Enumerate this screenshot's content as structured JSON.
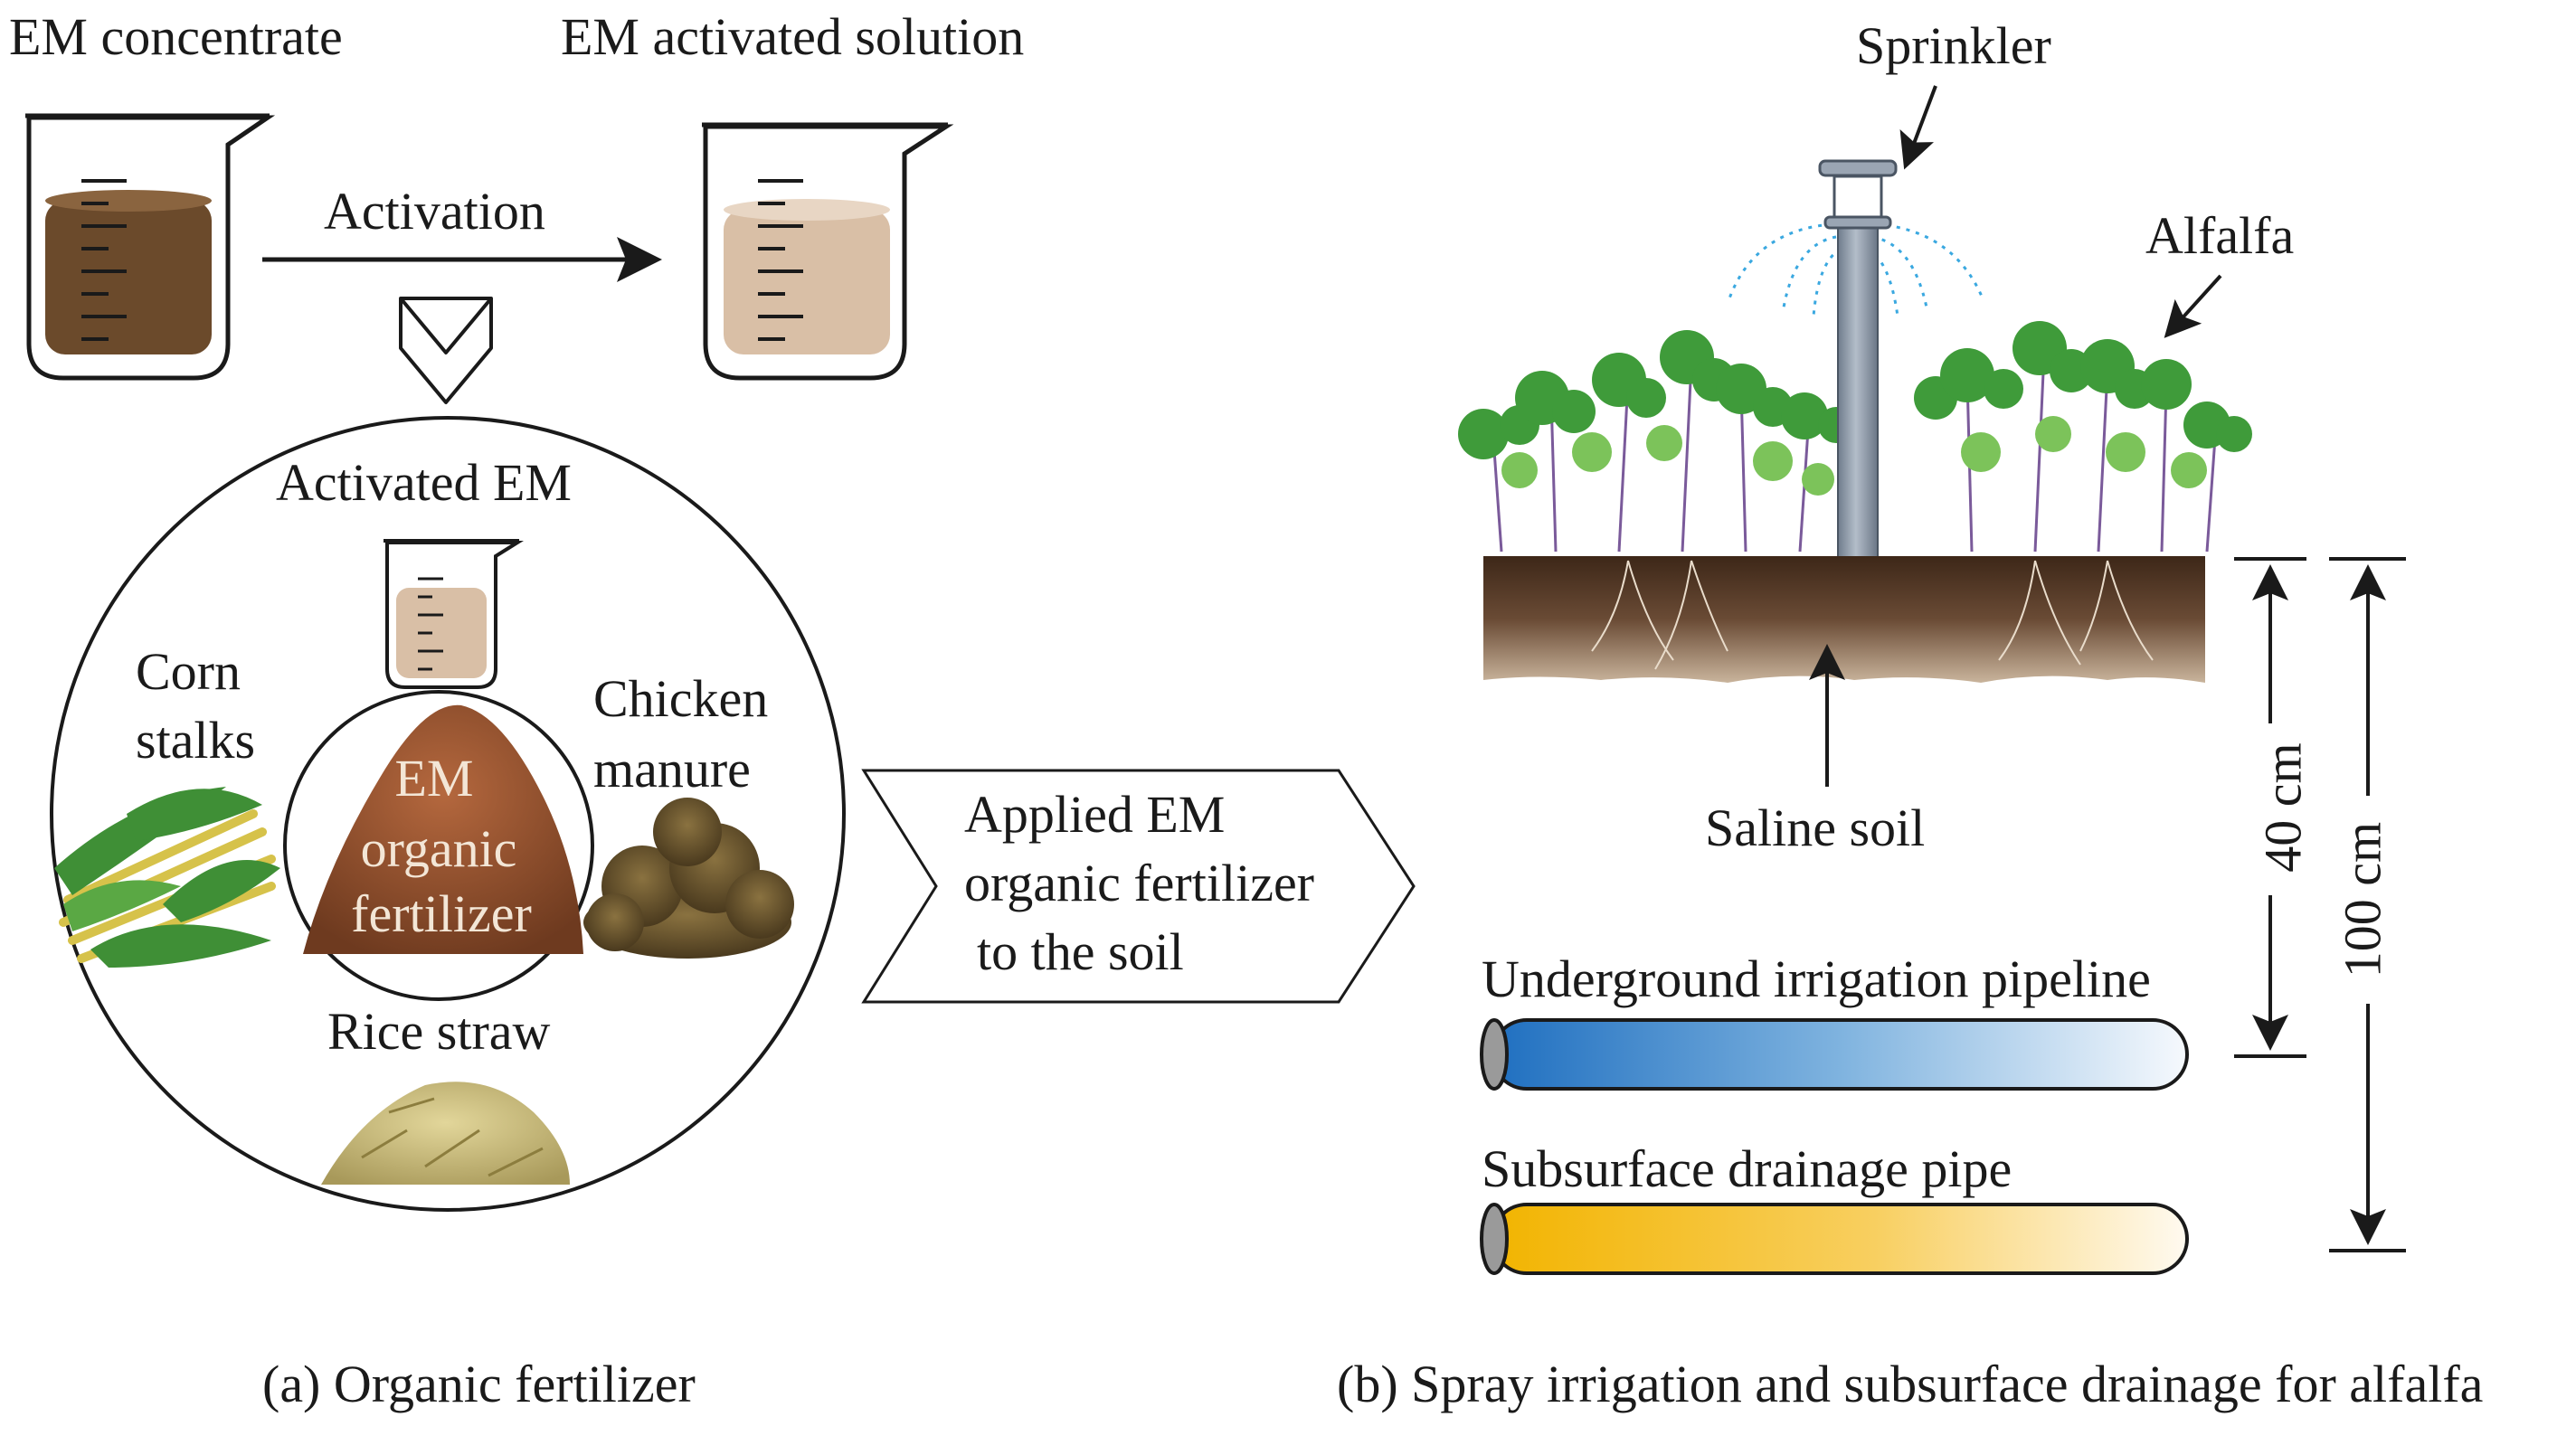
{
  "panel_a": {
    "em_concentrate_label": "EM concentrate",
    "em_activated_solution_label": "EM activated solution",
    "activation_label": "Activation",
    "activated_em_label": "Activated EM",
    "corn_stalks_label_line1": "Corn",
    "corn_stalks_label_line2": "stalks",
    "chicken_manure_label_line1": "Chicken",
    "chicken_manure_label_line2": "manure",
    "em_fertilizer_label_line1": "EM",
    "em_fertilizer_label_line2": "organic",
    "em_fertilizer_label_line3": "fertilizer",
    "rice_straw_label": "Rice straw",
    "applied_label_line1": "Applied EM",
    "applied_label_line2": "organic fertilizer",
    "applied_label_line3": "to the soil",
    "caption": "(a) Organic fertilizer"
  },
  "panel_b": {
    "sprinkler_label": "Sprinkler",
    "alfalfa_label": "Alfalfa",
    "saline_soil_label": "Saline soil",
    "depth_40_label": "40 cm",
    "depth_100_label": "100 cm",
    "irrigation_pipe_label": "Underground irrigation pipeline",
    "drainage_pipe_label": "Subsurface drainage pipe",
    "caption": "(b) Spray irrigation and subsurface drainage for alfalfa"
  },
  "colors": {
    "em_concentrate_liquid": "#6b4a2b",
    "em_activated_liquid": "#d9bfa6",
    "irrigation_pipe": "#1f73c4",
    "drainage_pipe": "#f5b800",
    "soil": "#5a3d2a",
    "leaf": "#3f9b3a",
    "sprinkler": "#8c98a8",
    "spray": "#3aa8e0"
  }
}
